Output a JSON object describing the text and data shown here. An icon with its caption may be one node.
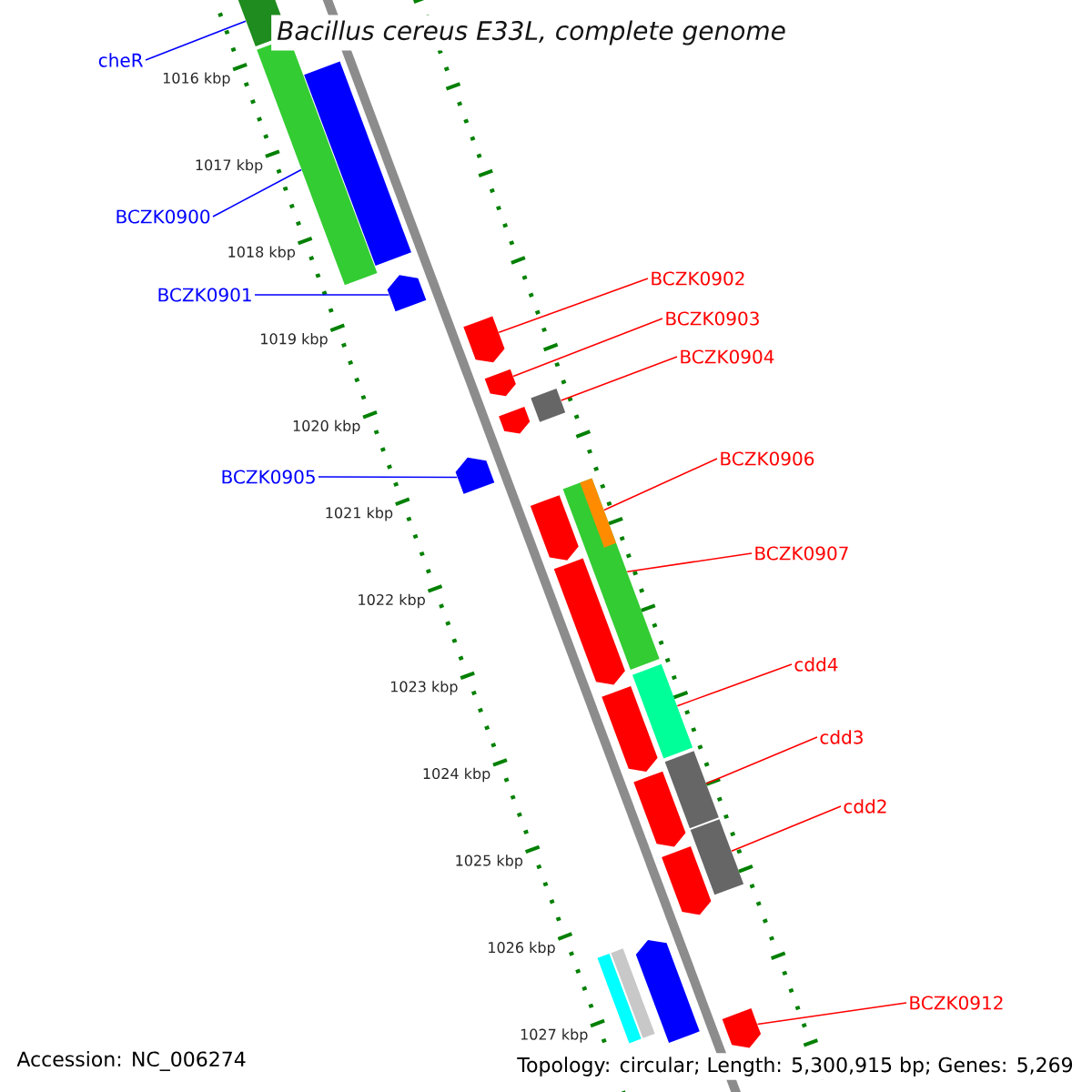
{
  "diagram": {
    "title": "Bacillus cereus E33L, complete genome",
    "nodes": [
      {
        "text": [
          "cheR"
        ]
      },
      {
        "text": [
          "BCZK0900"
        ]
      },
      {
        "text": [
          "BCZK0901"
        ]
      },
      {
        "text": [
          "BCZK0905"
        ]
      },
      {
        "text": [
          "BCZK0902"
        ]
      },
      {
        "text": [
          "BCZK0903"
        ]
      },
      {
        "text": [
          "BCZK0904"
        ]
      },
      {
        "text": [
          "BCZK0906"
        ]
      },
      {
        "text": [
          "BCZK0907"
        ]
      },
      {
        "text": [
          "cdd4"
        ]
      },
      {
        "text": [
          "cdd3"
        ]
      },
      {
        "text": [
          "cdd2"
        ]
      },
      {
        "text": [
          "BCZK0912"
        ]
      },
      {
        "text": [],
        "shape": "bar"
      },
      {
        "text": [],
        "shape": "bar"
      },
      {
        "text": [],
        "shape": "pentagon"
      },
      {
        "text": [],
        "shape": "pentagon"
      },
      {
        "text": [],
        "shape": "pentagon"
      },
      {
        "text": [],
        "shape": "pentagon"
      },
      {
        "text": [],
        "shape": "bar"
      },
      {
        "text": [],
        "shape": "bar",
        "in": 21
      },
      {
        "text": [],
        "shape": "bar"
      },
      {
        "text": [],
        "shape": "bar"
      },
      {
        "text": [],
        "shape": "bar"
      },
      {
        "text": [],
        "shape": "bar"
      },
      {
        "text": [],
        "shape": "pentagon"
      },
      {
        "text": [],
        "shape": "bar"
      },
      {
        "text": [],
        "shape": "pentagon"
      },
      {
        "text": [],
        "shape": "pentagon"
      },
      {
        "text": [],
        "shape": "pentagon"
      },
      {
        "text": [],
        "shape": "pentagon"
      },
      {
        "text": [],
        "shape": "pentagon"
      },
      {
        "text": [],
        "shape": "pentagon"
      },
      {
        "text": [],
        "shape": "bar"
      },
      {
        "text": [],
        "shape": "bar"
      },
      {
        "text": [],
        "shape": "pentagon"
      }
    ],
    "edges": [
      {
        "from": 0,
        "to": 13,
        "arrow": "none",
        "color": "#0000ff"
      },
      {
        "from": 1,
        "to": 14,
        "arrow": "none",
        "color": "#0000ff"
      },
      {
        "from": 2,
        "to": 15,
        "arrow": "none",
        "color": "#0000ff"
      },
      {
        "from": 3,
        "to": 16,
        "arrow": "none",
        "color": "#0000ff"
      },
      {
        "from": 4,
        "to": 17,
        "arrow": "none"
      },
      {
        "from": 5,
        "to": 18,
        "arrow": "none"
      },
      {
        "from": 6,
        "to": 19,
        "arrow": "none"
      },
      {
        "from": 7,
        "to": 20,
        "arrow": "none"
      },
      {
        "from": 8,
        "to": 21,
        "arrow": "none"
      },
      {
        "from": 9,
        "to": 22,
        "arrow": "none"
      },
      {
        "from": 10,
        "to": 23,
        "arrow": "none"
      },
      {
        "from": 11,
        "to": 24,
        "arrow": "none"
      },
      {
        "from": 12,
        "to": 25,
        "arrow": "none"
      }
    ],
    "labels": [
      "1016 kbp",
      "1017 kbp",
      "1018 kbp",
      "1019 kbp",
      "1020 kbp",
      "1021 kbp",
      "1022 kbp",
      "1023 kbp",
      "1024 kbp",
      "1025 kbp",
      "1026 kbp",
      "1027 kbp",
      "Accession: NC_006274",
      "Topology: circular; Length: 5,300,915 bp; Genes: 5,269"
    ]
  }
}
